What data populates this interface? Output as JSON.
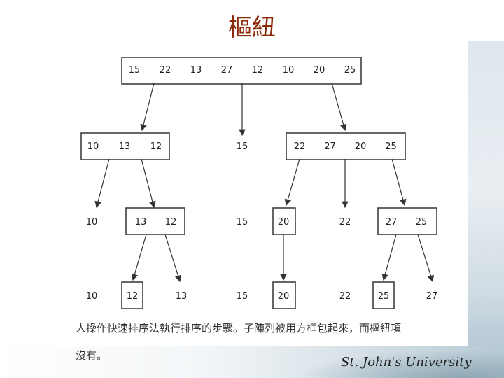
{
  "title": "樞紐",
  "university": "St. John's University",
  "caption_lines": [
    "人操作快速排序法執行排序的步驟。子陣列被用方框包起來，而樞紐項",
    "沒有。"
  ],
  "diagram": {
    "levels": [
      {
        "groups": [
          {
            "values": [
              "15",
              "22",
              "13",
              "27",
              "12",
              "10",
              "20",
              "25"
            ],
            "boxed": true
          }
        ]
      },
      {
        "groups": [
          {
            "values": [
              "10",
              "13",
              "12"
            ],
            "boxed": true
          },
          {
            "values": [
              "15"
            ],
            "boxed": false
          },
          {
            "values": [
              "22",
              "27",
              "20",
              "25"
            ],
            "boxed": true
          }
        ]
      },
      {
        "groups": [
          {
            "values": [
              "10"
            ],
            "boxed": false
          },
          {
            "values": [
              "13",
              "12"
            ],
            "boxed": true
          },
          {
            "values": [
              "15"
            ],
            "boxed": false
          },
          {
            "values": [
              "20"
            ],
            "boxed": true
          },
          {
            "values": [
              "22"
            ],
            "boxed": false
          },
          {
            "values": [
              "27",
              "25"
            ],
            "boxed": true
          }
        ]
      },
      {
        "groups": [
          {
            "values": [
              "10"
            ],
            "boxed": false
          },
          {
            "values": [
              "12"
            ],
            "boxed": true
          },
          {
            "values": [
              "13"
            ],
            "boxed": false
          },
          {
            "values": [
              "15"
            ],
            "boxed": false
          },
          {
            "values": [
              "20"
            ],
            "boxed": true
          },
          {
            "values": [
              "22"
            ],
            "boxed": false
          },
          {
            "values": [
              "25"
            ],
            "boxed": true
          },
          {
            "values": [
              "27"
            ],
            "boxed": false
          }
        ]
      }
    ]
  }
}
